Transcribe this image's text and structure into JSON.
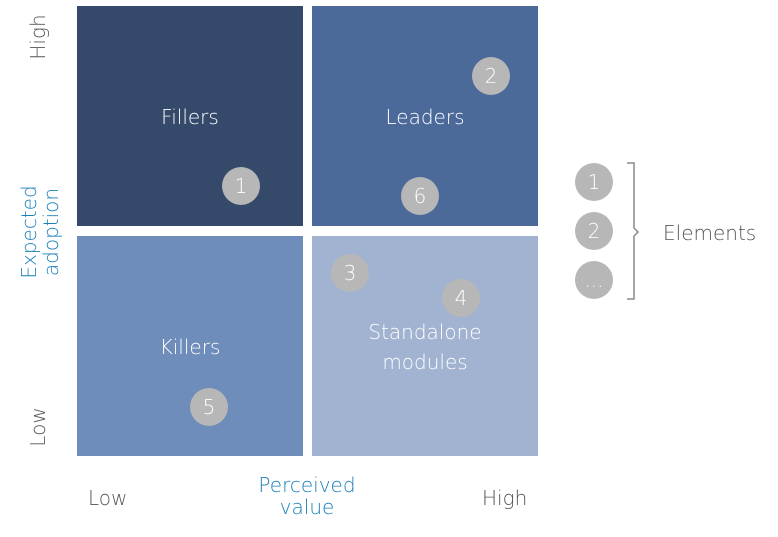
{
  "quadrants": {
    "fillers": "Fillers",
    "leaders": "Leaders",
    "killers": "Killers",
    "standalone_line1": "Standalone",
    "standalone_line2": "modules"
  },
  "markers": {
    "fillers": [
      "1"
    ],
    "leaders": [
      "2",
      "6"
    ],
    "killers": [
      "5"
    ],
    "standalone": [
      "3",
      "4"
    ]
  },
  "y_axis": {
    "title_line1": "Expected",
    "title_line2": "adoption",
    "high": "High",
    "low": "Low"
  },
  "x_axis": {
    "title_line1": "Perceived",
    "title_line2": "value",
    "low": "Low",
    "high": "High"
  },
  "legend": {
    "items": [
      "1",
      "2",
      "..."
    ],
    "label": "Elements"
  },
  "colors": {
    "fillers": "#354a6b",
    "leaders": "#4b6a9a",
    "killers": "#6f8dba",
    "standalone": "#a1b3d1",
    "marker": "#b7b7b7",
    "axis_title": "#1a7fb8",
    "text": "#555555"
  }
}
